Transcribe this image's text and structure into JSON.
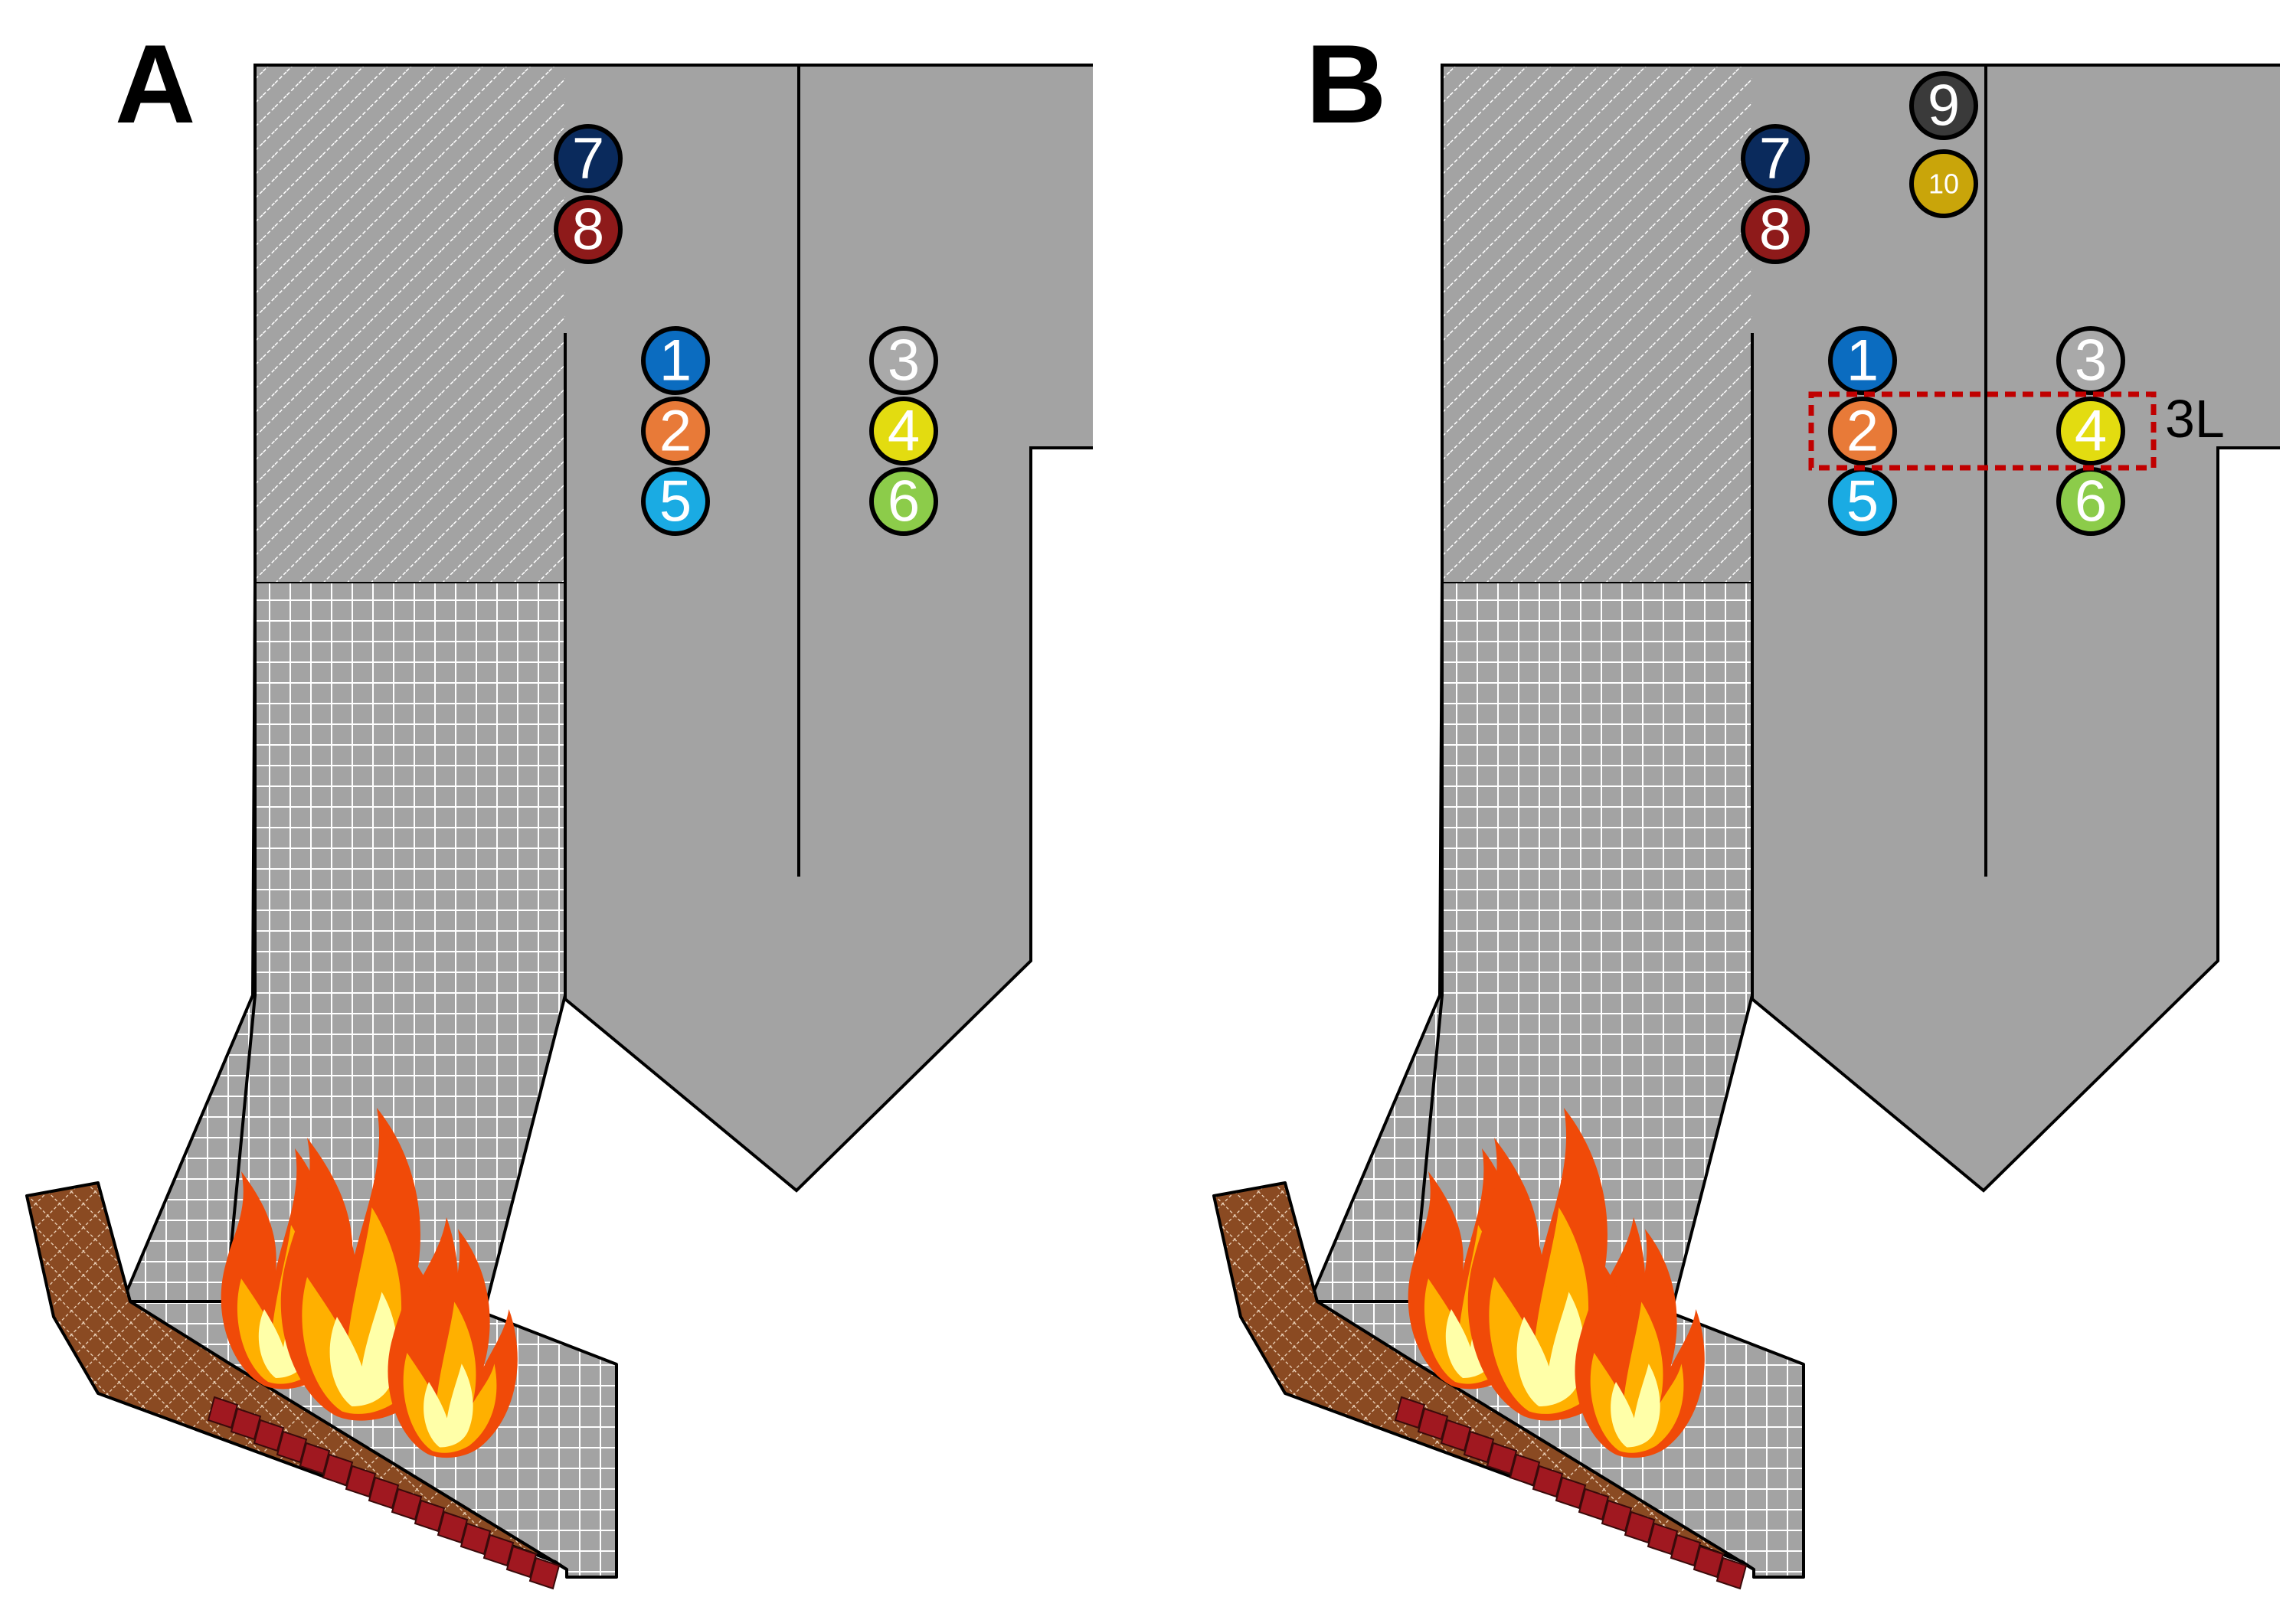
{
  "panels": [
    {
      "id": "A",
      "letter": "A",
      "markers": [
        {
          "label": "7",
          "color": "#0a2a5c"
        },
        {
          "label": "8",
          "color": "#8e1a1a"
        },
        {
          "label": "1",
          "color": "#0b6cc0"
        },
        {
          "label": "2",
          "color": "#e87a38"
        },
        {
          "label": "5",
          "color": "#1aabe3"
        },
        {
          "label": "3",
          "color": "#a9a9a9"
        },
        {
          "label": "4",
          "color": "#e3dc10"
        },
        {
          "label": "6",
          "color": "#8ccc4a"
        }
      ]
    },
    {
      "id": "B",
      "letter": "B",
      "markers": [
        {
          "label": "9",
          "color": "#3a3a3a"
        },
        {
          "label": "10",
          "color": "#c9a50a"
        },
        {
          "label": "7",
          "color": "#0a2a5c"
        },
        {
          "label": "8",
          "color": "#8e1a1a"
        },
        {
          "label": "1",
          "color": "#0b6cc0"
        },
        {
          "label": "2",
          "color": "#e87a38"
        },
        {
          "label": "5",
          "color": "#1aabe3"
        },
        {
          "label": "3",
          "color": "#a9a9a9"
        },
        {
          "label": "4",
          "color": "#e3dc10"
        },
        {
          "label": "6",
          "color": "#8ccc4a"
        }
      ],
      "callout": "3L"
    }
  ],
  "colors": {
    "chamber_fill": "#a3a3a3",
    "grate_fill": "#8a4a22",
    "grate_bars": "#a01820",
    "flame_outer": "#f04a08",
    "flame_mid": "#ffb000",
    "flame_inner": "#ffffa8",
    "callout_box": "#c00000"
  }
}
